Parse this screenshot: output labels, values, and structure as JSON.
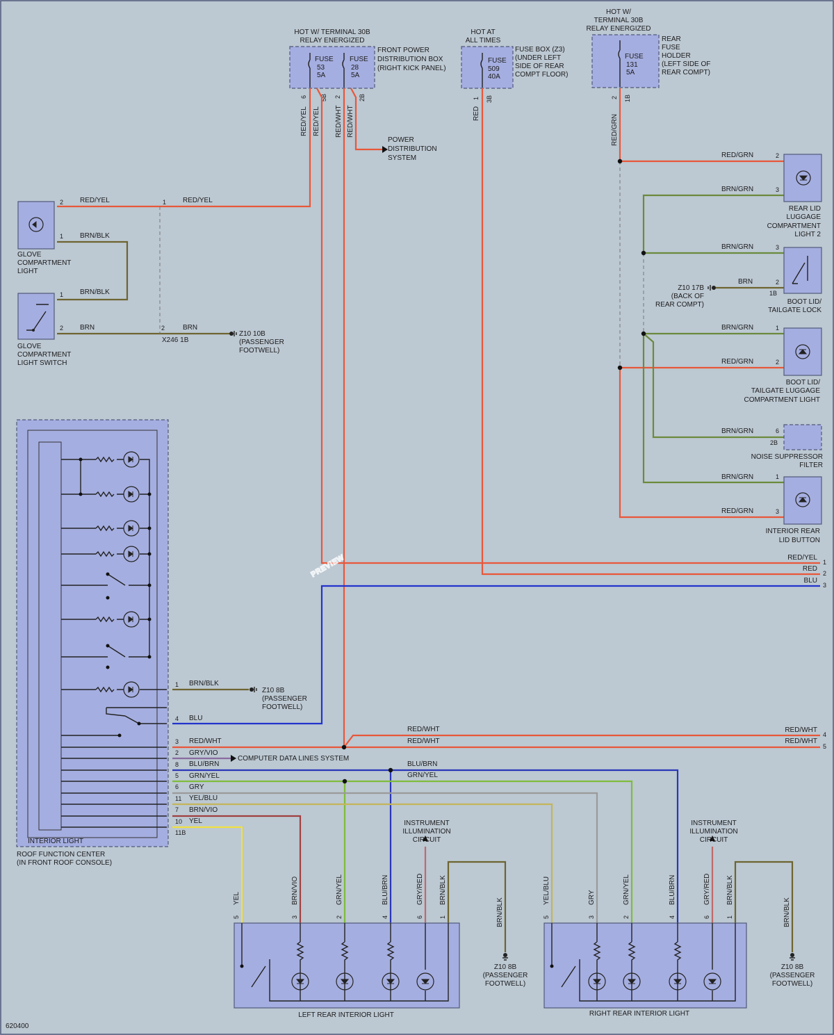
{
  "code": "620400",
  "watermark": "PREVIEW",
  "wire_colors": {
    "RED/YEL": "#e8573a",
    "RED/WHT": "#e8573a",
    "RED": "#e8573a",
    "RED/GRN": "#e8573a",
    "BRN/BLK": "#6e6430",
    "BRN": "#6e6430",
    "BRN/GRN": "#6b8a3c",
    "BRN/VIO": "#a04040",
    "BLU": "#2233cc",
    "BLU/BRN": "#2a36b8",
    "GRN/YEL": "#7fbc3c",
    "GRY": "#9a9a9a",
    "GRY/VIO": "#8a6ca0",
    "YEL/BLU": "#c4b55a",
    "YEL": "#f0e040",
    "GRY/RED": "#c06a6a"
  },
  "fuse_boxes": [
    {
      "hot": "HOT W/ TERMINAL 30B RELAY ENERGIZED",
      "fuses": [
        {
          "label": "FUSE",
          "num": "53",
          "amps": "5A"
        },
        {
          "label": "FUSE",
          "num": "28",
          "amps": "5A"
        }
      ],
      "location": [
        "FRONT POWER",
        "DISTRIBUTION BOX",
        "(RIGHT KICK PANEL)"
      ],
      "pins": [
        "6",
        "5B",
        "2",
        "2B"
      ]
    },
    {
      "hot": "HOT AT ALL TIMES",
      "fuses": [
        {
          "label": "FUSE",
          "num": "509",
          "amps": "40A"
        }
      ],
      "location": [
        "FUSE BOX (Z3)",
        "(UNDER LEFT",
        "SIDE OF REAR",
        "COMPT FLOOR)"
      ],
      "pins": [
        "1",
        "3B"
      ]
    },
    {
      "hot": "HOT W/ TERMINAL 30B RELAY ENERGIZED",
      "fuses": [
        {
          "label": "FUSE",
          "num": "131",
          "amps": "5A"
        }
      ],
      "location": [
        "REAR",
        "FUSE",
        "HOLDER",
        "(LEFT SIDE OF",
        "REAR COMPT)"
      ],
      "pins": [
        "2",
        "1B"
      ]
    }
  ],
  "wire_labels": {
    "red_yel": "RED/YEL",
    "red_wht": "RED/WHT",
    "red": "RED",
    "red_grn": "RED/GRN",
    "brn_blk": "BRN/BLK",
    "brn": "BRN",
    "brn_grn": "BRN/GRN",
    "blu": "BLU",
    "blu_brn": "BLU/BRN",
    "grn_yel": "GRN/YEL",
    "gry": "GRY",
    "gry_vio": "GRY/VIO",
    "yel_blu": "YEL/BLU",
    "yel": "YEL",
    "brn_vio": "BRN/VIO",
    "gry_red": "GRY/RED"
  },
  "power_distribution": [
    "POWER",
    "DISTRIBUTION",
    "SYSTEM"
  ],
  "computer_data": "COMPUTER DATA LINES SYSTEM",
  "connector_x246": "X246 1B",
  "grounds": {
    "z10_10b": [
      "Z10 10B",
      "(PASSENGER",
      "FOOTWELL)"
    ],
    "z10_8b": [
      "Z10 8B",
      "(PASSENGER",
      "FOOTWELL)"
    ],
    "z10_17b": [
      "Z10 17B",
      "(BACK OF",
      "REAR COMPT)"
    ]
  },
  "components": {
    "glove_light": [
      "GLOVE",
      "COMPARTMENT",
      "LIGHT"
    ],
    "glove_switch": [
      "GLOVE",
      "COMPARTMENT",
      "LIGHT SWITCH"
    ],
    "rear_lid_light2": [
      "REAR LID",
      "LUGGAGE",
      "COMPARTMENT",
      "LIGHT 2"
    ],
    "boot_lock": [
      "BOOT LID/",
      "TAILGATE LOCK"
    ],
    "boot_light": [
      "BOOT LID/",
      "TAILGATE LUGGAGE",
      "COMPARTMENT LIGHT"
    ],
    "noise_filter": [
      "NOISE SUPPRESSOR",
      "FILTER"
    ],
    "rear_lid_button": [
      "INTERIOR REAR",
      "LID BUTTON"
    ],
    "interior_light": "INTERIOR LIGHT",
    "roof_center": [
      "ROOF FUNCTION CENTER",
      "(IN FRONT ROOF CONSOLE)"
    ],
    "left_rear": "LEFT REAR INTERIOR LIGHT",
    "right_rear": "RIGHT REAR INTERIOR LIGHT",
    "instrument_illum": [
      "INSTRUMENT",
      "ILLUMINATION",
      "CIRCUIT"
    ]
  },
  "pins": {
    "glove_light": [
      "2",
      "1"
    ],
    "x_connector": [
      "1",
      "2"
    ],
    "glove_switch": [
      "1",
      "2"
    ],
    "rear_lid_light2": [
      "2",
      "3"
    ],
    "boot_lock": [
      "3",
      "2",
      "1B"
    ],
    "boot_light": [
      "1",
      "2"
    ],
    "noise_filter": [
      "6",
      "2B"
    ],
    "rear_lid_button": [
      "1",
      "3"
    ],
    "offpage": [
      "1",
      "2",
      "3",
      "4",
      "5"
    ],
    "roof": [
      "1",
      "4",
      "3",
      "2",
      "8",
      "5",
      "6",
      "11",
      "7",
      "10",
      "11B"
    ],
    "left_rear": [
      "5",
      "3",
      "2",
      "4",
      "6",
      "1"
    ],
    "right_rear": [
      "5",
      "3",
      "2",
      "4",
      "6",
      "1"
    ]
  }
}
